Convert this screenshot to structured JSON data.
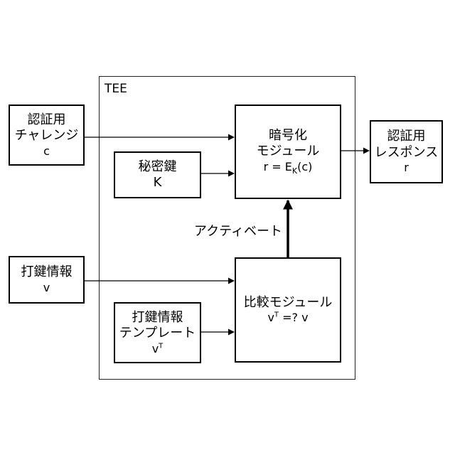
{
  "tee": {
    "label": "TEE"
  },
  "challenge": {
    "line1": "認証用",
    "line2": "チャレンジ",
    "symbol": "c"
  },
  "secret_key": {
    "line1": "秘密鍵",
    "symbol": "K"
  },
  "encryption_module": {
    "line1": "暗号化",
    "line2": "モジュール",
    "formula_prefix": "r = E",
    "formula_sub": "K",
    "formula_suffix": "(c)"
  },
  "response": {
    "line1": "認証用",
    "line2": "レスポンス",
    "symbol": "r"
  },
  "activate": {
    "label": "アクティベート"
  },
  "keystroke_info": {
    "line1": "打鍵情報",
    "symbol": "v"
  },
  "keystroke_template": {
    "line1": "打鍵情報",
    "line2": "テンプレート",
    "symbol": "v",
    "symbol_sup": "T"
  },
  "compare_module": {
    "line1": "比較モジュール",
    "formula_base": "v",
    "formula_sup": "T",
    "formula_rest": " =? v"
  }
}
